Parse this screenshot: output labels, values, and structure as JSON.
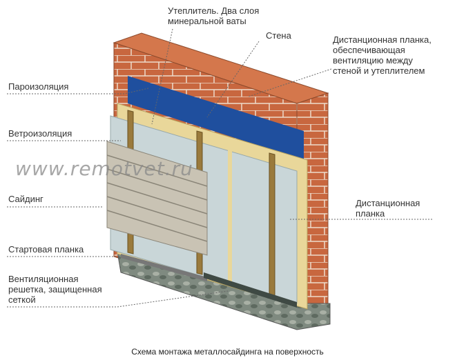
{
  "labels": {
    "insulation": [
      "Утеплитель. Два слоя",
      "минеральной ваты"
    ],
    "wall": "Стена",
    "spacer_top": [
      "Дистанционная планка,",
      "обеспечивающая",
      "вентиляцию между",
      "стеной и утеплителем"
    ],
    "vapor_barrier": "Пароизоляция",
    "wind_barrier": "Ветроизоляция",
    "siding": "Сайдинг",
    "spacer_bottom": [
      "Дистанционная",
      "планка"
    ],
    "starter_strip": "Стартовая планка",
    "vent_grille": [
      "Вентиляционная",
      "решетка, защищенная",
      "сеткой"
    ]
  },
  "watermark": "www.remotvet.ru",
  "caption": "Схема монтажа металлосайдинга на поверхность",
  "colors": {
    "brick": "#c8673f",
    "vapor": "#1f4f9e",
    "insulation": "#e9d79a",
    "wind": "#c9d6d8",
    "siding": "#c9c3b4",
    "batten": "#9a7a3c"
  }
}
